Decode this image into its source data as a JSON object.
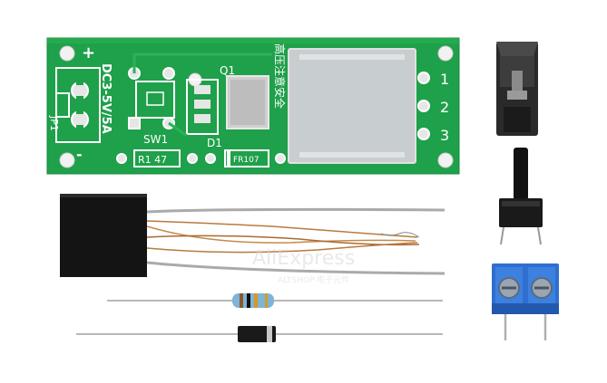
{
  "pcb": {
    "plus": "+",
    "minus": "-",
    "power_label": "DC3-5V/5A",
    "jp_label": "JP1",
    "q_label": "Q1",
    "sw_label": "SW1",
    "d_label": "D1",
    "r_label": "R1  47",
    "fr_label": "FR107",
    "chinese_label": "高压注意安全",
    "pin_1": "1",
    "pin_2": "2",
    "pin_3": "3"
  },
  "watermark": {
    "text": "AliExpress",
    "sub": "ALTSHOP 电子元件"
  },
  "colors": {
    "pcb_green": "#1fa04a",
    "silkscreen": "#ffffff",
    "pad_silver": "#d9d9d9",
    "terminal_blue": "#2f6fd0",
    "transformer_black": "#141414"
  }
}
